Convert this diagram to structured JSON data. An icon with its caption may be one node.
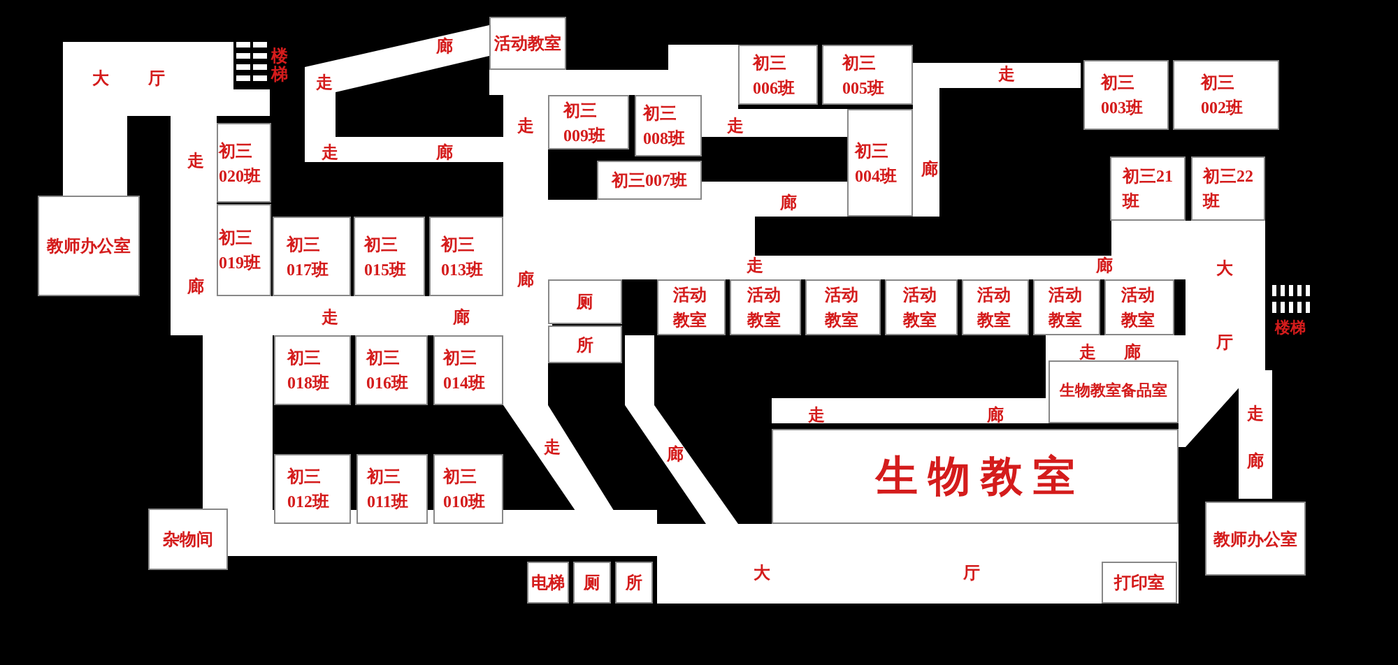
{
  "diagram": {
    "nodes": [
      {
        "text": [
          "教师办公室"
        ]
      },
      {
        "text": [
          "初三020班"
        ]
      },
      {
        "text": [
          "初三019班"
        ]
      },
      {
        "text": [
          "初三017班"
        ]
      },
      {
        "text": [
          "初三015班"
        ]
      },
      {
        "text": [
          "初三013班"
        ]
      },
      {
        "text": [
          "活动教室"
        ]
      },
      {
        "text": [
          "初三009班"
        ]
      },
      {
        "text": [
          "初三008班"
        ]
      },
      {
        "text": [
          "初三007班"
        ]
      },
      {
        "text": [
          "初三006班"
        ]
      },
      {
        "text": [
          "初三005班"
        ]
      },
      {
        "text": [
          "初三004班"
        ]
      },
      {
        "text": [
          "初三003班"
        ]
      },
      {
        "text": [
          "初三002班"
        ]
      },
      {
        "text": [
          "初三21班"
        ]
      },
      {
        "text": [
          "初三22班"
        ]
      },
      {
        "text": [
          "厕"
        ]
      },
      {
        "text": [
          "所"
        ]
      },
      {
        "text": [
          "活动教室"
        ]
      },
      {
        "text": [
          "活动教室"
        ]
      },
      {
        "text": [
          "活动教室"
        ]
      },
      {
        "text": [
          "活动教室"
        ]
      },
      {
        "text": [
          "活动教室"
        ]
      },
      {
        "text": [
          "活动教室"
        ]
      },
      {
        "text": [
          "活动教室"
        ]
      },
      {
        "text": [
          "生物教室备品室"
        ]
      },
      {
        "text": [
          "初三018班"
        ]
      },
      {
        "text": [
          "初三016班"
        ]
      },
      {
        "text": [
          "初三014班"
        ]
      },
      {
        "text": [
          "生 物 教 室"
        ]
      },
      {
        "text": [
          "初三012班"
        ]
      },
      {
        "text": [
          "初三011班"
        ]
      },
      {
        "text": [
          "初三010班"
        ]
      },
      {
        "text": [
          "杂物间"
        ]
      },
      {
        "text": [
          "教师办公室"
        ]
      },
      {
        "text": [
          "电梯"
        ]
      },
      {
        "text": [
          "厕"
        ]
      },
      {
        "text": [
          "所"
        ]
      },
      {
        "text": [
          "打印室"
        ]
      }
    ],
    "labels": [
      "大",
      "厅",
      "楼梯",
      "廊",
      "走",
      "走",
      "走",
      "走",
      "走",
      "走",
      "廊",
      "廊",
      "廊",
      "走",
      "廊",
      "大",
      "廊",
      "廊",
      "楼梯",
      "走",
      "廊",
      "厅",
      "走",
      "廊",
      "走",
      "廊",
      "走",
      "走",
      "廊",
      "廊",
      "大",
      "厅"
    ]
  }
}
